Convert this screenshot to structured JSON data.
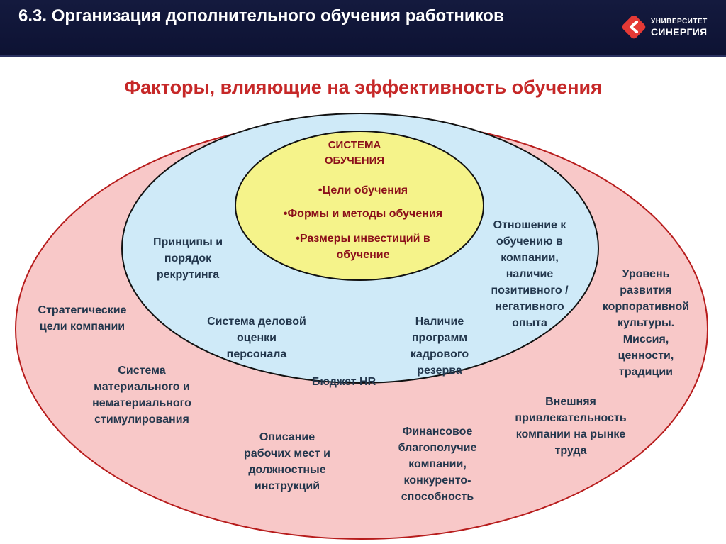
{
  "header": {
    "title": "6.3. Организация дополнительного обучения работников",
    "logo_line1": "УНИВЕРСИТЕТ",
    "logo_line2": "СИНЕРГИЯ"
  },
  "subtitle": "Факторы, влияющие на эффективность обучения",
  "colors": {
    "header_bg": "#141a3e",
    "subtitle": "#c62828",
    "outer_fill": "#f8c8c8",
    "outer_stroke": "#b71c1c",
    "middle_fill": "#cfeaf8",
    "inner_fill": "#f5f38a",
    "inner_text": "#8b0f1a",
    "label_text": "#23374d"
  },
  "inner": {
    "title": "СИСТЕМА\nОБУЧЕНИЯ",
    "item1": "•Цели обучения",
    "item2": "•Формы и методы обучения",
    "item3": "•Размеры инвестиций в\nобучение"
  },
  "middle": {
    "recruiting": "Принципы  и\nпорядок\nрекрутинга",
    "attitude": "Отношение к\nобучению в\nкомпании,\nналичие\nпозитивного /\nнегативного\nопыта",
    "assessment": "Система деловой\nоценки\nперсонала",
    "reserve": "Наличие\nпрограмм\nкадрового\nрезерва",
    "budget": "Бюджет HR"
  },
  "outer": {
    "strategic": "Стратегические\nцели компании",
    "stimulation": "Система\nматериального и\nнематериального\nстимулирования",
    "jobs": "Описание\nрабочих мест и\nдолжностные\nинструкций",
    "finance": "Финансовое\nблагополучие\nкомпании,\nконкуренто-\nспособность",
    "attractiveness": "Внешняя\nпривлекательность\nкомпании на рынке\nтруда",
    "culture": "Уровень\nразвития\nкорпоративной\nкультуры.\nМиссия,\nценности,\nтрадиции"
  }
}
